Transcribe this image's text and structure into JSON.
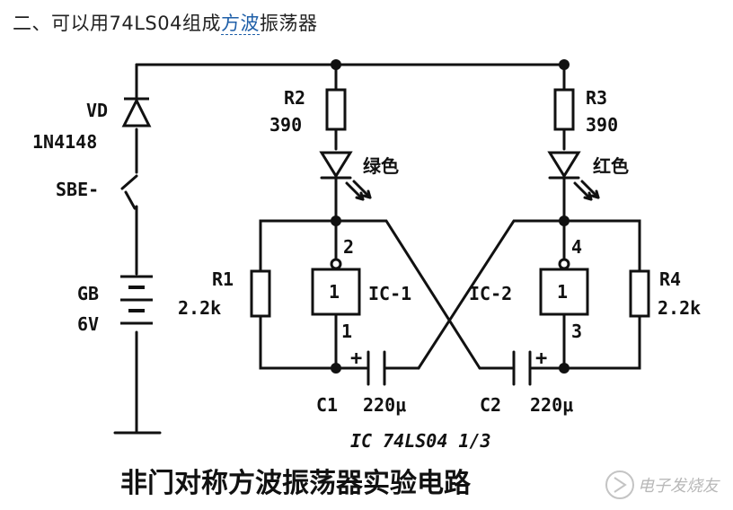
{
  "heading": {
    "prefix": "二、可以用74LS04组成",
    "link": "方波",
    "suffix": "振荡器"
  },
  "labels": {
    "vd": "VD",
    "diode_part": "1N4148",
    "switch": "SBE-",
    "battery_name": "GB",
    "battery_value": "6V",
    "r2_name": "R2",
    "r2_value": "390",
    "r3_name": "R3",
    "r3_value": "390",
    "led1_color": "绿色",
    "led2_color": "红色",
    "r1_name": "R1",
    "r1_value": "2.2k",
    "r4_name": "R4",
    "r4_value": "2.2k",
    "pin2": "2",
    "pin1": "1",
    "pin4": "4",
    "pin3": "3",
    "ic1": "IC-1",
    "ic2": "IC-2",
    "gate1": "1",
    "gate2": "1",
    "c1_name": "C1",
    "c1_value": "220μ",
    "c2_name": "C2",
    "c2_value": "220μ",
    "plus1": "+",
    "plus2": "+",
    "ic_note": "IC 74LS04 1/3"
  },
  "caption": "非门对称方波振荡器实验电路",
  "watermark": "电子发烧友"
}
